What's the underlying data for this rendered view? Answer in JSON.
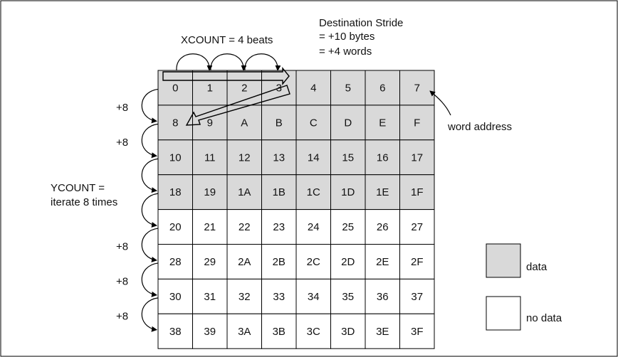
{
  "labels": {
    "xcount": "XCOUNT = 4 beats",
    "stride_line1": "Destination Stride",
    "stride_line2": "= +10 bytes",
    "stride_line3": "= +4 words",
    "ycount_line1": "YCOUNT =",
    "ycount_line2": "iterate 8 times",
    "word_address": "word address",
    "plus8": "+8"
  },
  "legend": {
    "data_label": "data",
    "nodata_label": "no data"
  },
  "colors": {
    "data_fill": "#d9d9d9",
    "nodata_fill": "#ffffff",
    "stroke": "#000000"
  },
  "grid": {
    "rows": [
      [
        "0",
        "1",
        "2",
        "3",
        "4",
        "5",
        "6",
        "7"
      ],
      [
        "8",
        "9",
        "A",
        "B",
        "C",
        "D",
        "E",
        "F"
      ],
      [
        "10",
        "11",
        "12",
        "13",
        "14",
        "15",
        "16",
        "17"
      ],
      [
        "18",
        "19",
        "1A",
        "1B",
        "1C",
        "1D",
        "1E",
        "1F"
      ],
      [
        "20",
        "21",
        "22",
        "23",
        "24",
        "25",
        "26",
        "27"
      ],
      [
        "28",
        "29",
        "2A",
        "2B",
        "2C",
        "2D",
        "2E",
        "2F"
      ],
      [
        "30",
        "31",
        "32",
        "33",
        "34",
        "35",
        "36",
        "37"
      ],
      [
        "38",
        "39",
        "3A",
        "3B",
        "3C",
        "3D",
        "3E",
        "3F"
      ]
    ],
    "data_rows": 4
  },
  "plus8_rows": [
    0,
    1,
    4,
    5,
    6
  ]
}
